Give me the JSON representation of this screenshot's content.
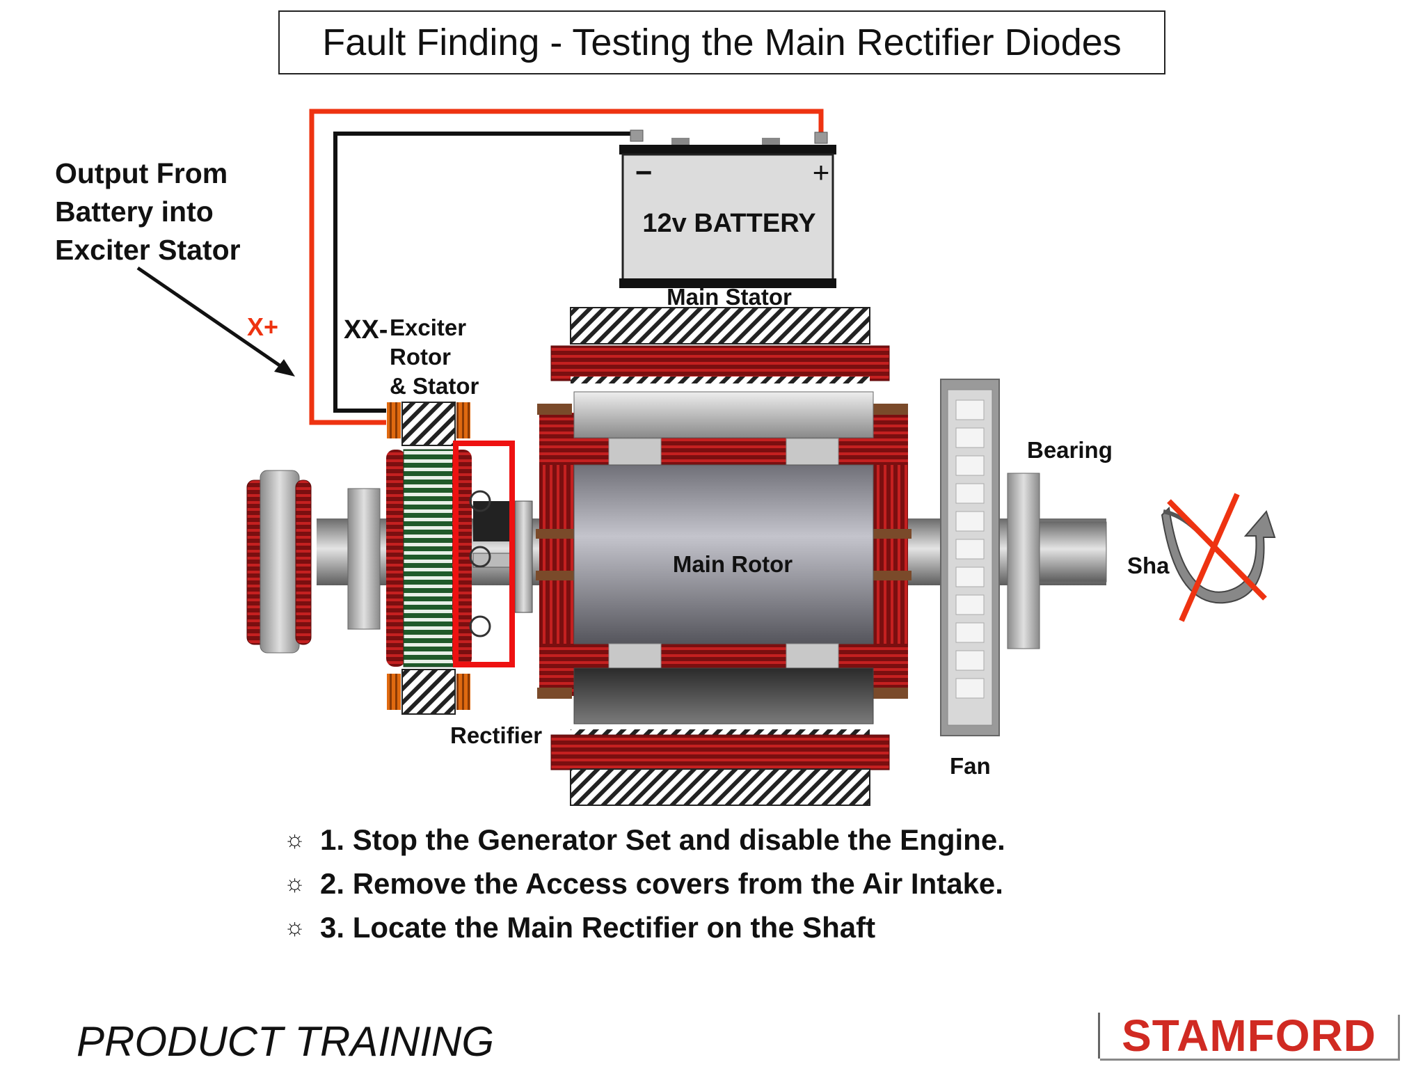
{
  "title": "Fault Finding - Testing the Main Rectifier Diodes",
  "output_label": [
    "Output From",
    "Battery into",
    "Exciter Stator"
  ],
  "labels": {
    "x_plus": "X+",
    "xx_minus": "XX-",
    "exciter": [
      "Exciter",
      "Rotor",
      "& Stator"
    ],
    "main_stator": "Main Stator",
    "main_rotor": "Main Rotor",
    "rectifier": "Rectifier",
    "bearing": "Bearing",
    "fan": "Fan",
    "shaft": "Sha"
  },
  "battery": {
    "label": "12v BATTERY",
    "neg": "−",
    "pos": "+"
  },
  "steps": [
    "1. Stop the Generator Set and disable the Engine.",
    "2. Remove the Access covers from the Air Intake.",
    "3. Locate the Main Rectifier on the Shaft"
  ],
  "bullet_icon": "sun-bullet-icon",
  "footer": "PRODUCT TRAINING",
  "brand": "STAMFORD",
  "colors": {
    "red_wire": "#ee3311",
    "black_wire": "#111111",
    "winding": "#a01818",
    "brand": "#d02a22",
    "highlight": "#ee1111"
  }
}
